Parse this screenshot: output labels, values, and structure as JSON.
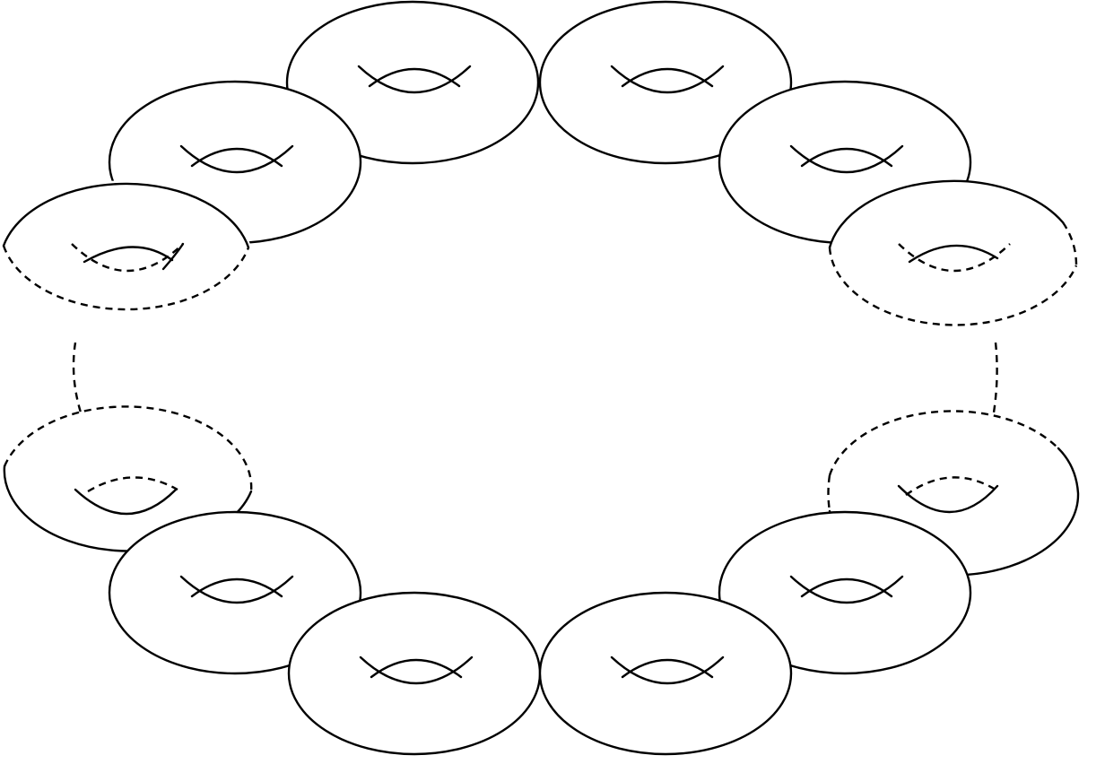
{
  "diagram": {
    "description_free": true,
    "colors": {
      "stroke": "#000000",
      "background": "#ffffff"
    },
    "handle_count": 12,
    "hidden_handle_count": 2,
    "hidden_style": "dashed"
  }
}
